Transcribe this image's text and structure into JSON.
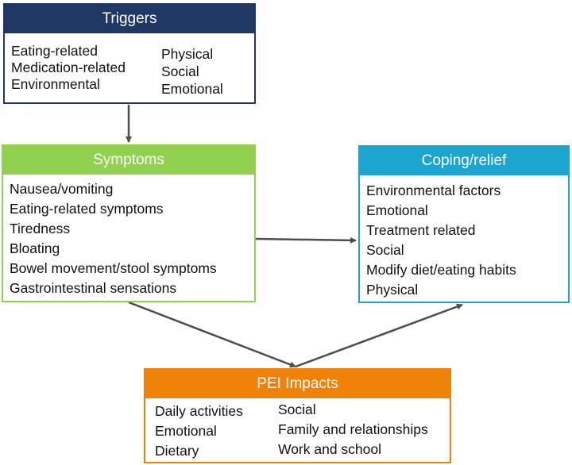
{
  "colors": {
    "triggers": "#1f3864",
    "symptoms": "#92d050",
    "coping": "#1ba5cf",
    "impacts": "#f0820a",
    "arrow": "#4d4d4d"
  },
  "triggers": {
    "title": "Triggers",
    "left": [
      "Eating-related",
      "Medication-related",
      "Environmental"
    ],
    "right": [
      "Physical",
      "Social",
      "Emotional"
    ]
  },
  "symptoms": {
    "title": "Symptoms",
    "items": [
      "Nausea/vomiting",
      "Eating-related symptoms",
      "Tiredness",
      "Bloating",
      "Bowel movement/stool symptoms",
      "Gastrointestinal sensations"
    ]
  },
  "coping": {
    "title": "Coping/relief",
    "items": [
      "Environmental factors",
      "Emotional",
      "Treatment related",
      "Social",
      "Modify diet/eating habits",
      "Physical"
    ]
  },
  "impacts": {
    "title": "PEI Impacts",
    "left": [
      "Daily activities",
      "Emotional",
      "Dietary"
    ],
    "right": [
      "Social",
      "Family and relationships",
      "Work and school"
    ]
  }
}
